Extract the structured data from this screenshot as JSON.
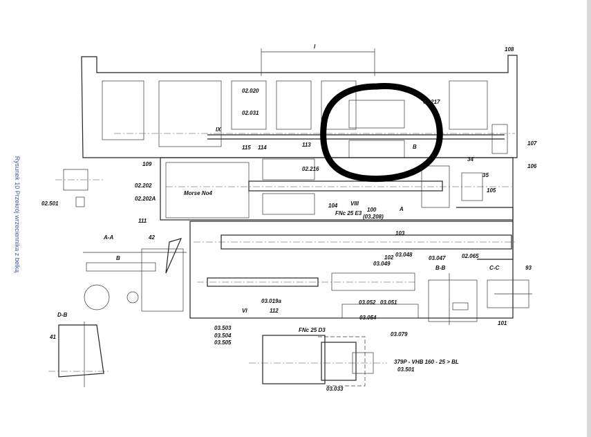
{
  "caption": "Rysunek 10 Przekrój wrzeciennika z belką",
  "labels": {
    "dim_l": "l",
    "p108": "108",
    "p02020": "02.020",
    "p02031": "02.031",
    "p217": "02.217",
    "pIX": "IX",
    "p113": "113",
    "pB1": "B",
    "p107": "107",
    "p106": "106",
    "p109": "109",
    "p115": "115",
    "p114": "114",
    "p02216": "02.216",
    "p34": "34",
    "p35": "35",
    "p105": "105",
    "p02202": "02.202",
    "p02202A": "02.202A",
    "morse": "Morse No4",
    "p02501": "02.501",
    "p104": "104",
    "pVIII": "VIII",
    "fnc25e3": "FNc 25 E3",
    "p100": "100",
    "p03208": "(03.208)",
    "pA": "A",
    "p111": "111",
    "p103": "103",
    "AA": "A-A",
    "p42": "42",
    "pB2": "B",
    "p03048": "03.048",
    "p03047": "03.047",
    "BB": "B-B",
    "CC": "C-C",
    "p93": "93",
    "p02065": "02.065",
    "p102": "102",
    "p03049": "03.049",
    "p03052": "03.052",
    "p03051": "03.051",
    "pVI": "VI",
    "p03019": "03.019a",
    "p112": "112",
    "p03054": "03.054",
    "p03079": "03.079",
    "DB": "D-B",
    "p41": "41",
    "p101": "101",
    "fnc25d3": "FNc 25 D3",
    "p03503": "03.503",
    "p03504": "03.504",
    "p03505": "03.505",
    "p379": "379P - VHB 160 - 25 > BL",
    "p03501": "03.501",
    "p03033": "03.033"
  },
  "highlight_color": "#000000",
  "caption_color": "#3a5aa8"
}
